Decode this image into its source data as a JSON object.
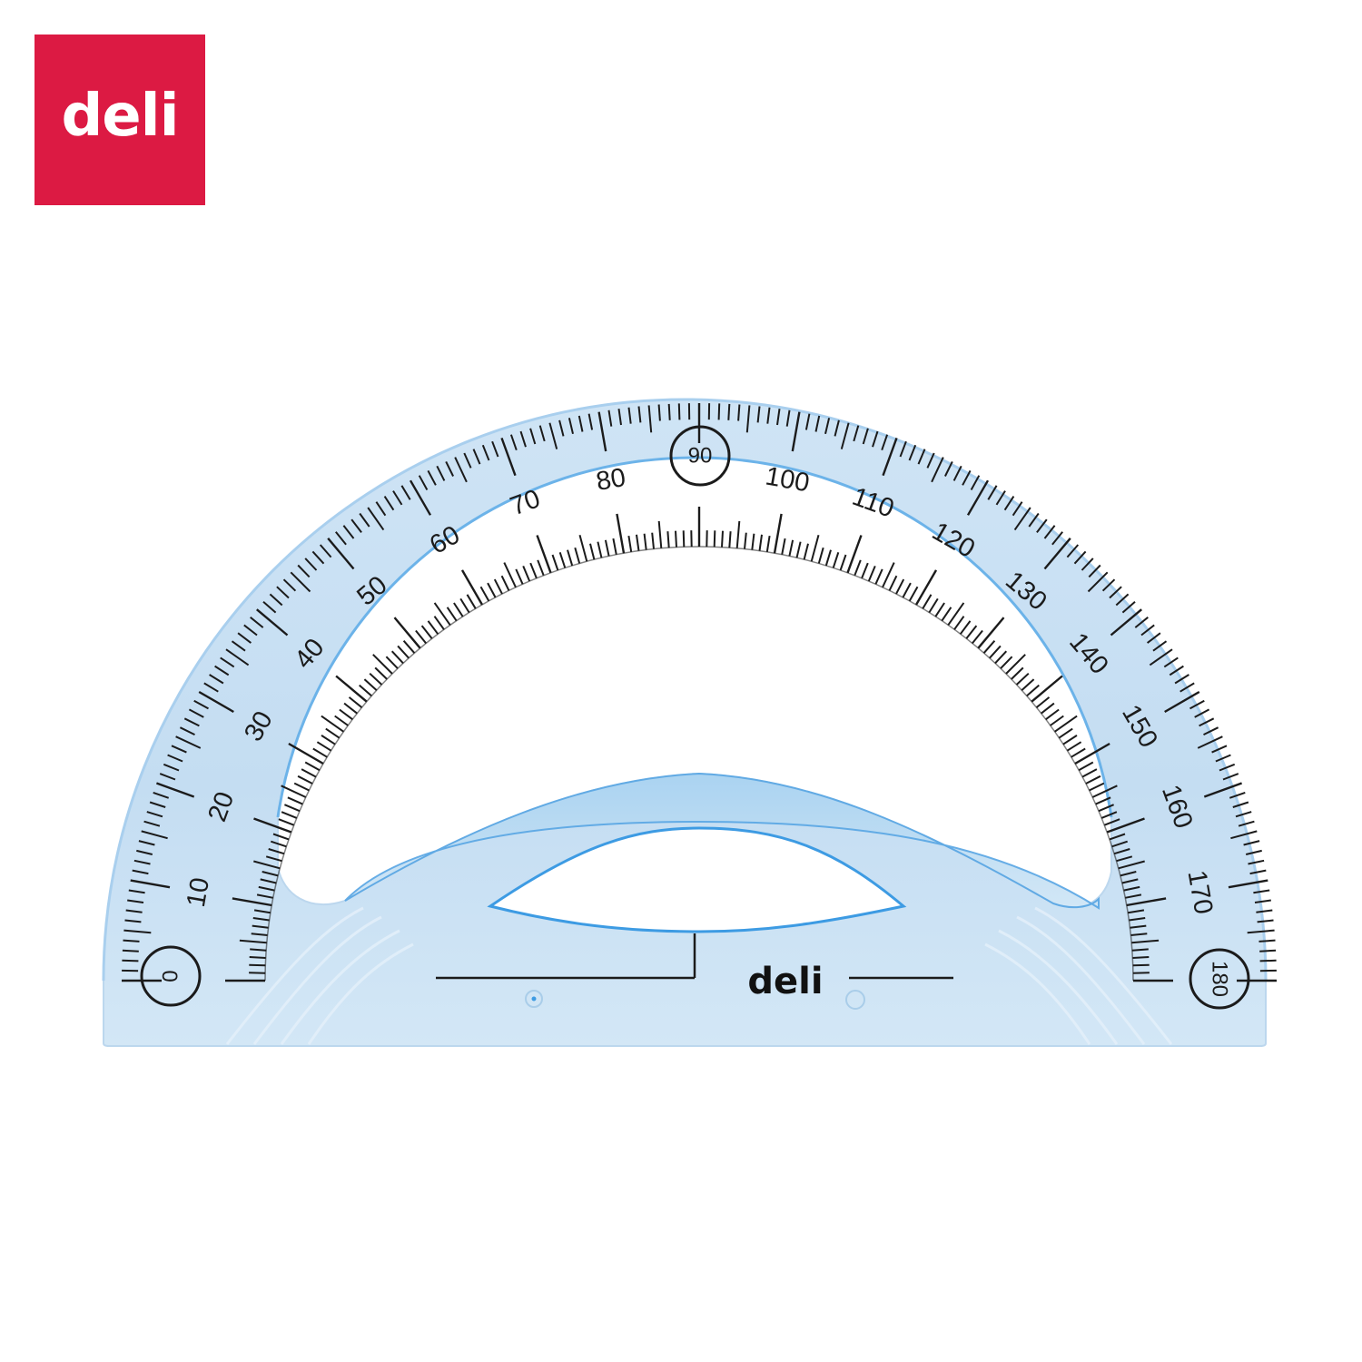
{
  "brand": {
    "name": "deli",
    "color": "#dc1a43"
  },
  "protractor": {
    "plastic_color": "#c6def2",
    "edge_color": "#5aa7e4",
    "ink_color": "#1b1b1b",
    "logo_text": "deli",
    "scale_labels": [
      "10",
      "20",
      "30",
      "40",
      "50",
      "60",
      "70",
      "80",
      "100",
      "110",
      "120",
      "130",
      "140",
      "150",
      "160",
      "170"
    ],
    "circled_labels": {
      "start": "0",
      "middle": "90",
      "end": "180"
    }
  }
}
